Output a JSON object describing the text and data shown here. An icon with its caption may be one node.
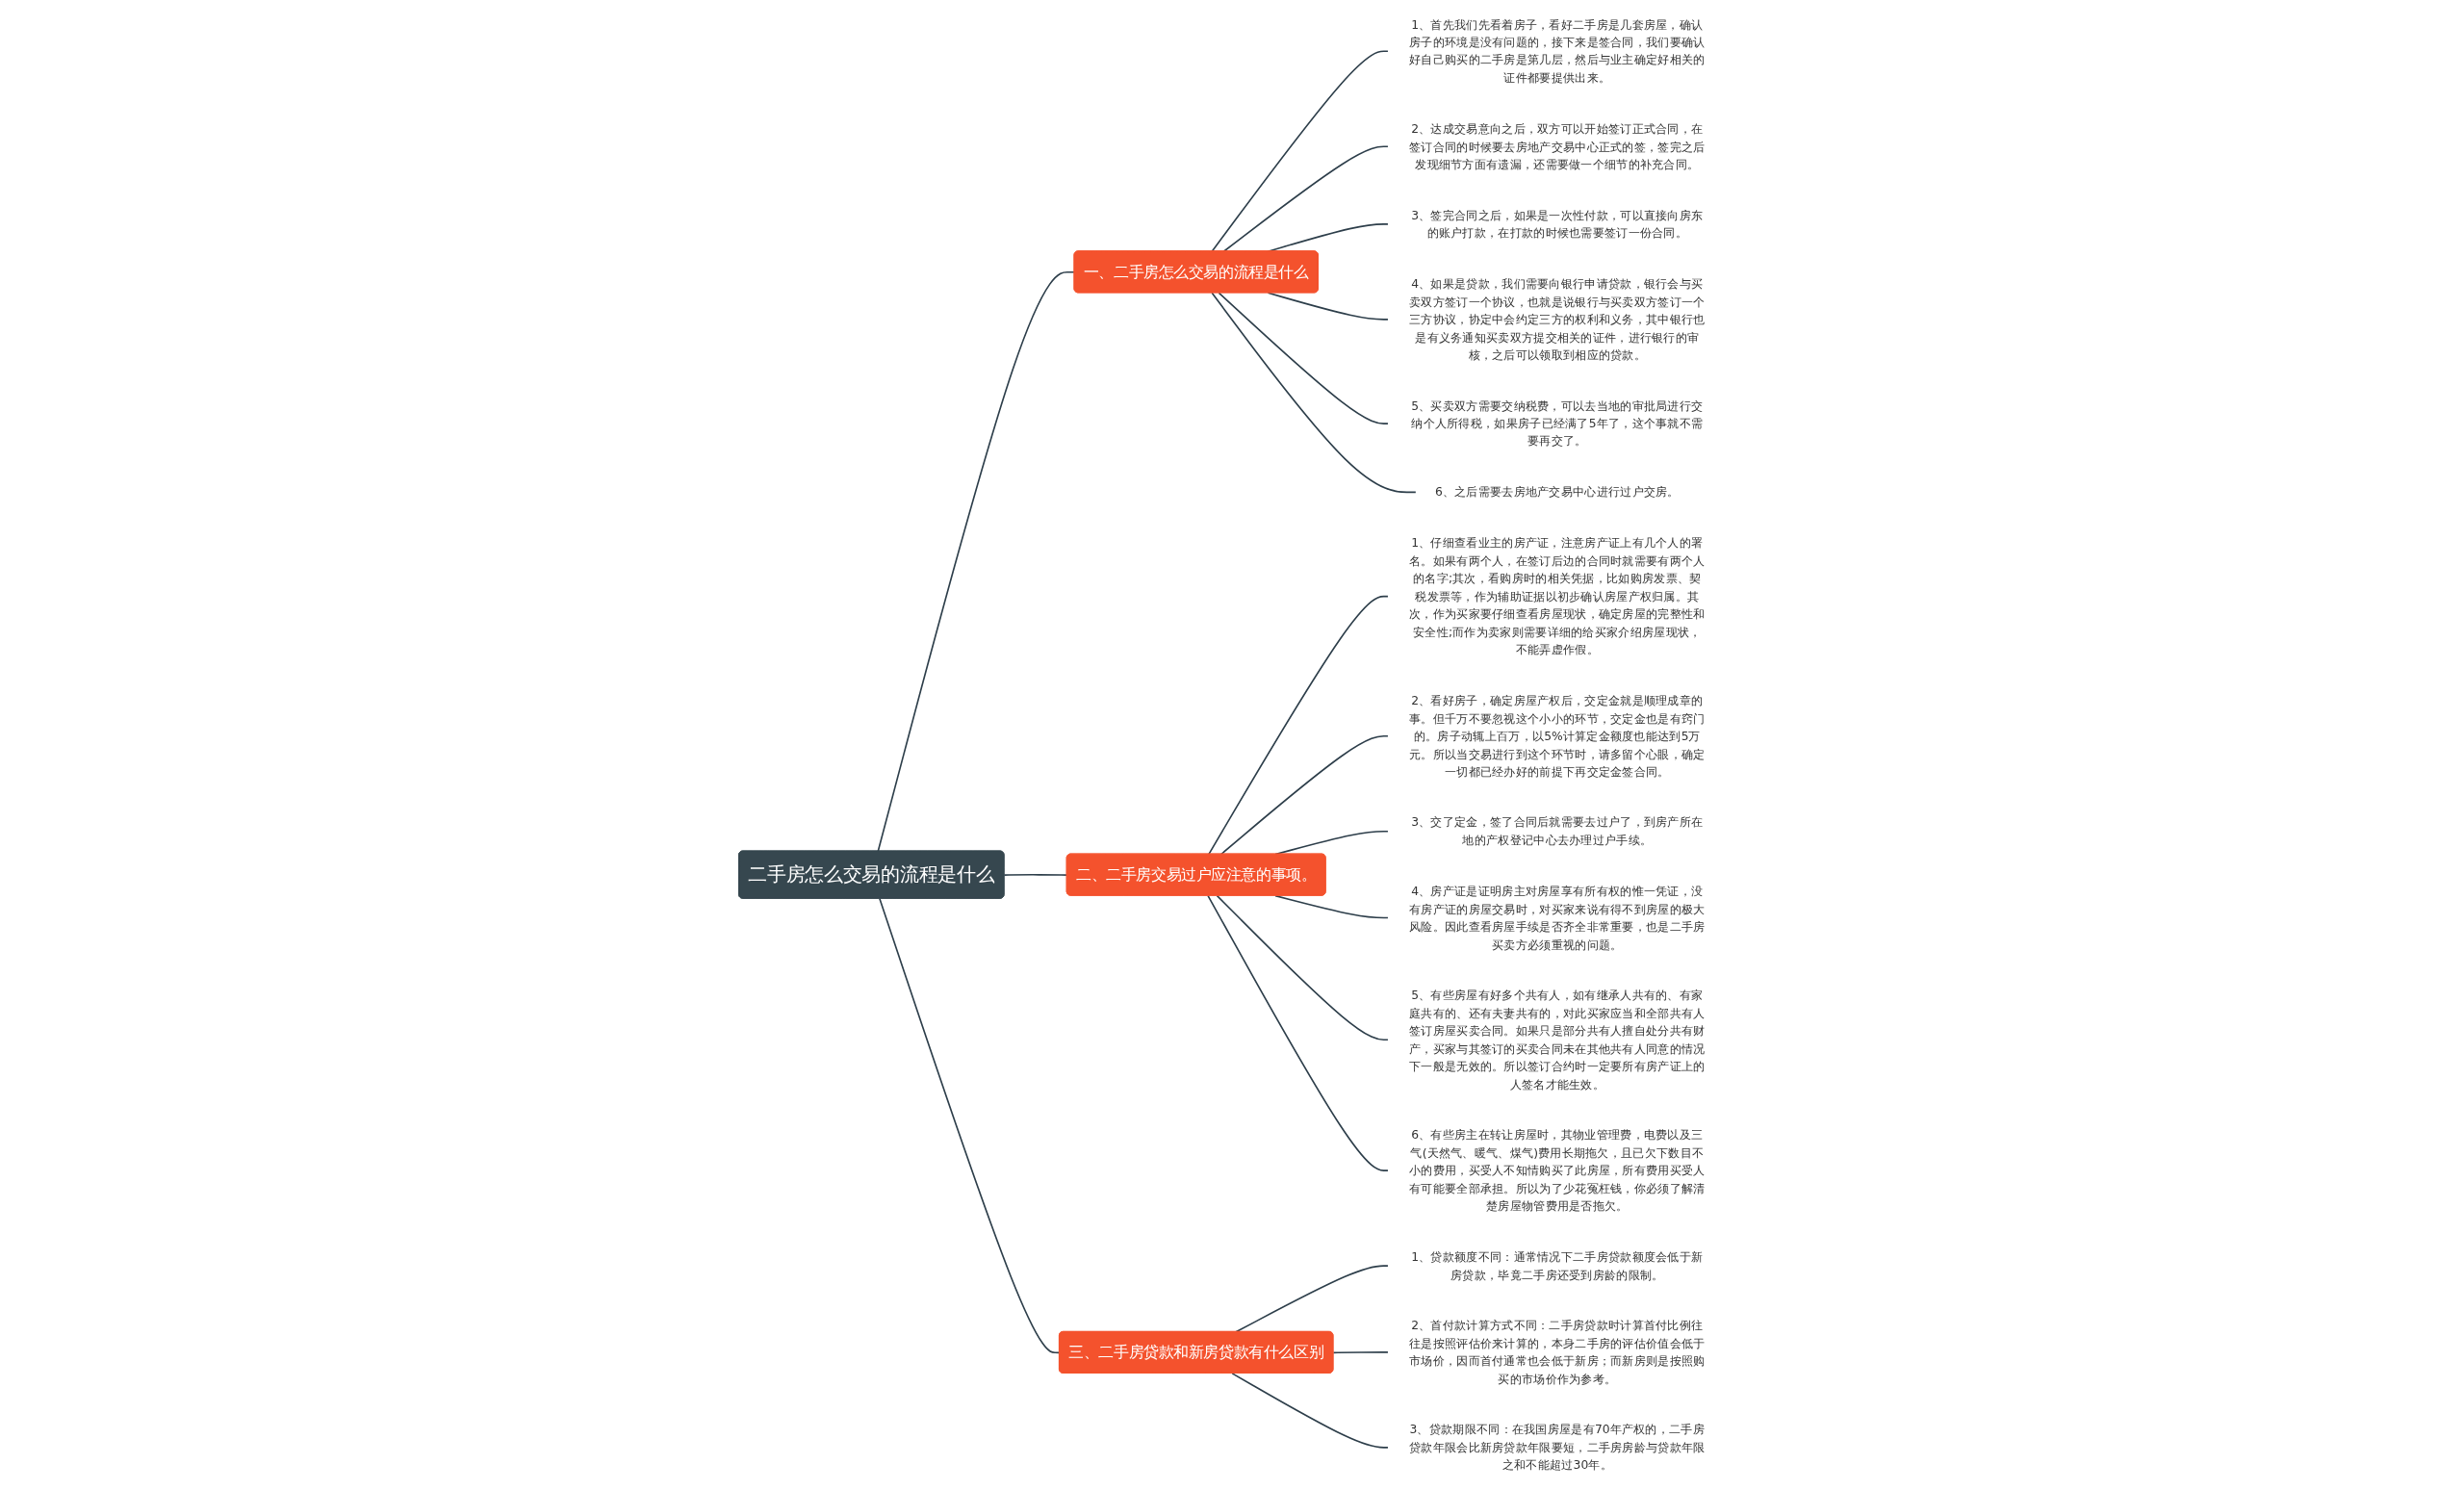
{
  "diagram": {
    "nodes": [
      {
        "text": [
          "二手房怎么交易的流程是什么"
        ]
      },
      {
        "text": [
          "一、二手房怎么交易的流程是什么"
        ]
      },
      {
        "text": [
          "1、首先我们先看着房子，看好二手房是几套房屋，确认房子的环境是没有问题的，接下来是签合同，我们要确认好自己购买的二手房是第几层，然后与业主确定好相关的证件都要提供出来。"
        ]
      },
      {
        "text": [
          "2、达成交易意向之后，双方可以开始签订正式合同，在签订合同的时候要去房地产交易中心正式的签，签完之后发现细节方面有遗漏，还需要做一个细节的补充合同。"
        ]
      },
      {
        "text": [
          "3、签完合同之后，如果是一次性付款，可以直接向房东的账户打款，在打款的时候也需要签订一份合同。"
        ]
      },
      {
        "text": [
          "4、如果是贷款，我们需要向银行申请贷款，银行会与买卖双方签订一个协议，也就是说银行与买卖双方签订一个三方协议，协定中会约定三方的权利和义务，其中银行也是有义务通知买卖双方提交相关的证件，进行银行的审核，之后可以领取到相应的贷款。"
        ]
      },
      {
        "text": [
          "5、买卖双方需要交纳税费，可以去当地的审批局进行交纳个人所得税，如果房子已经满了5年了，这个事就不需要再交了。"
        ]
      },
      {
        "text": [
          "6、之后需要去房地产交易中心进行过户交房。"
        ]
      },
      {
        "text": [
          "二、二手房交易过户应注意的事项。"
        ]
      },
      {
        "text": [
          "1、仔细查看业主的房产证，注意房产证上有几个人的署名。如果有两个人，在签订后边的合同时就需要有两个人的名字;其次，看购房时的相关凭据，比如购房发票、契税发票等，作为辅助证据以初步确认房屋产权归属。其次，作为买家要仔细查看房屋现状，确定房屋的完整性和安全性;而作为卖家则需要详细的给买家介绍房屋现状，不能弄虚作假。"
        ]
      },
      {
        "text": [
          "2、看好房子，确定房屋产权后，交定金就是顺理成章的事。但千万不要忽视这个小小的环节，交定金也是有窍门的。房子动辄上百万，以5%计算定金额度也能达到5万元。所以当交易进行到这个环节时，请多留个心眼，确定一切都已经办好的前提下再交定金签合同。"
        ]
      },
      {
        "text": [
          "3、交了定金，签了合同后就需要去过户了，到房产所在地的产权登记中心去办理过户手续。"
        ]
      },
      {
        "text": [
          "4、房产证是证明房主对房屋享有所有权的惟一凭证，没有房产证的房屋交易时，对买家来说有得不到房屋的极大风险。因此查看房屋手续是否齐全非常重要，也是二手房买卖方必须重视的问题。"
        ]
      },
      {
        "text": [
          "5、有些房屋有好多个共有人，如有继承人共有的、有家庭共有的、还有夫妻共有的，对此买家应当和全部共有人签订房屋买卖合同。如果只是部分共有人擅自处分共有财产，买家与其签订的买卖合同未在其他共有人同意的情况下一般是无效的。所以签订合约时一定要所有房产证上的人签名才能生效。"
        ]
      },
      {
        "text": [
          "6、有些房主在转让房屋时，其物业管理费，电费以及三气(天然气、暖气、煤气)费用长期拖欠，且已欠下数目不小的费用，买受人不知情购买了此房屋，所有费用买受人有可能要全部承担。所以为了少花冤枉钱，你必须了解清楚房屋物管费用是否拖欠。"
        ]
      },
      {
        "text": [
          "三、二手房贷款和新房贷款有什么区别"
        ]
      },
      {
        "text": [
          "1、贷款额度不同：通常情况下二手房贷款额度会低于新房贷款，毕竟二手房还受到房龄的限制。"
        ]
      },
      {
        "text": [
          "2、首付款计算方式不同：二手房贷款时计算首付比例往往是按照评估价来计算的，本身二手房的评估价值会低于市场价，因而首付通常也会低于新房；而新房则是按照购买的市场价作为参考。"
        ]
      },
      {
        "text": [
          "3、贷款期限不同：在我国房屋是有70年产权的，二手房贷款年限会比新房贷款年限要短，二手房房龄与贷款年限之和不能超过30年。"
        ]
      }
    ],
    "edges": [
      {
        "from": 0,
        "to": 1,
        "arrow": "none"
      },
      {
        "from": 1,
        "to": 2,
        "arrow": "none"
      },
      {
        "from": 1,
        "to": 3,
        "arrow": "none"
      },
      {
        "from": 1,
        "to": 4,
        "arrow": "none"
      },
      {
        "from": 1,
        "to": 5,
        "arrow": "none"
      },
      {
        "from": 1,
        "to": 6,
        "arrow": "none"
      },
      {
        "from": 1,
        "to": 7,
        "arrow": "none"
      },
      {
        "from": 0,
        "to": 8,
        "arrow": "none"
      },
      {
        "from": 8,
        "to": 9,
        "arrow": "none"
      },
      {
        "from": 8,
        "to": 10,
        "arrow": "none"
      },
      {
        "from": 8,
        "to": 11,
        "arrow": "none"
      },
      {
        "from": 8,
        "to": 12,
        "arrow": "none"
      },
      {
        "from": 8,
        "to": 13,
        "arrow": "none"
      },
      {
        "from": 8,
        "to": 14,
        "arrow": "none"
      },
      {
        "from": 0,
        "to": 15,
        "arrow": "none"
      },
      {
        "from": 15,
        "to": 16,
        "arrow": "none"
      },
      {
        "from": 15,
        "to": 17,
        "arrow": "none"
      },
      {
        "from": 15,
        "to": 18,
        "arrow": "none"
      }
    ]
  }
}
